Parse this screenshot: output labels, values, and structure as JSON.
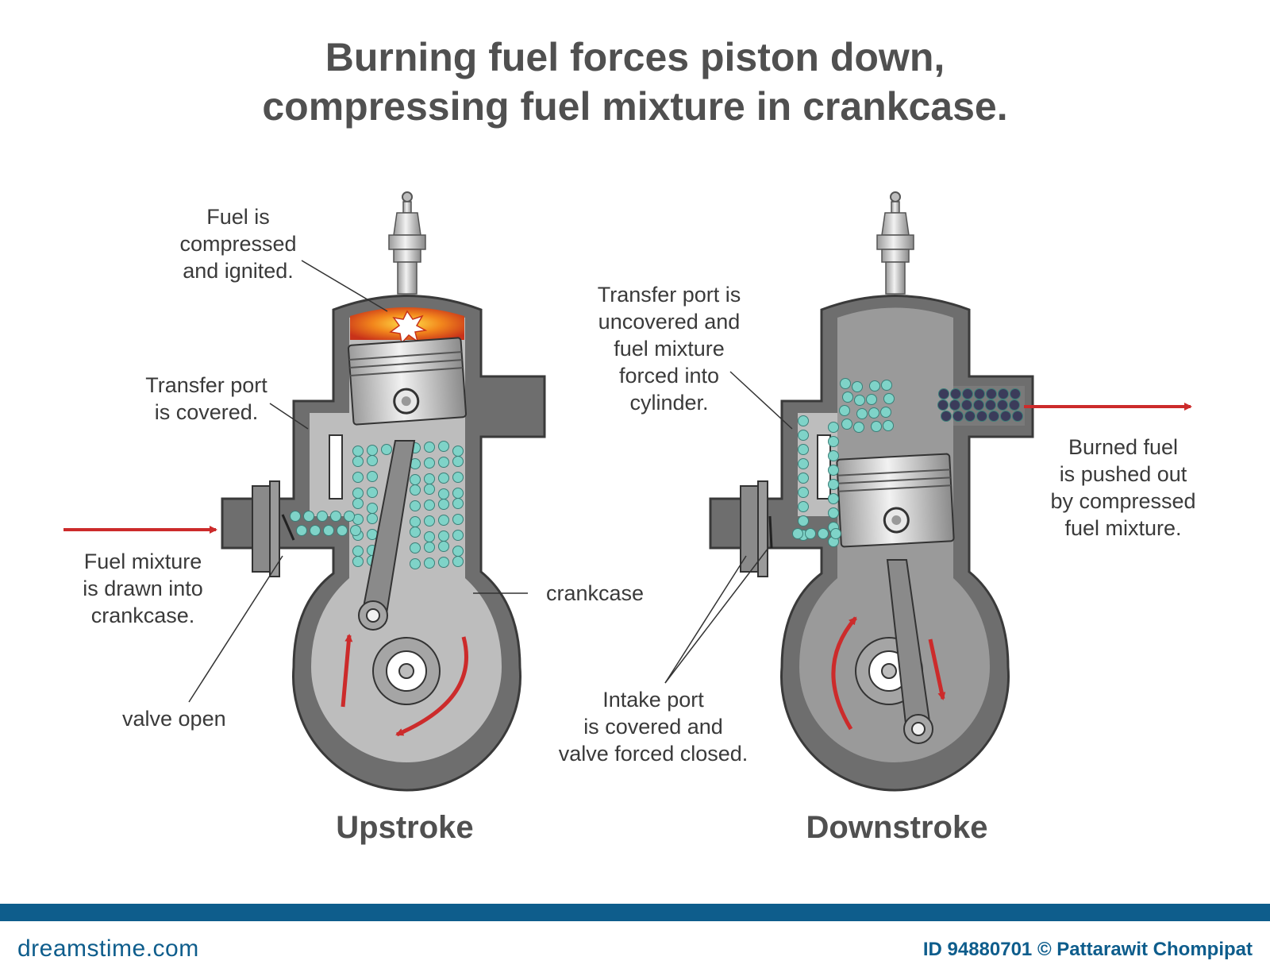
{
  "title": {
    "line1": "Burning fuel forces piston down,",
    "line2": "compressing fuel mixture in crankcase."
  },
  "upstroke": {
    "caption": "Upstroke",
    "labels": {
      "ignition": [
        "Fuel is",
        "compressed",
        "and ignited."
      ],
      "transfer": [
        "Transfer port",
        "is covered."
      ],
      "intake": [
        "Fuel mixture",
        "is drawn into",
        "crankcase."
      ],
      "valve": "valve open",
      "crankcase": "crankcase"
    }
  },
  "downstroke": {
    "caption": "Downstroke",
    "labels": {
      "transfer": [
        "Transfer port is",
        "uncovered and",
        "fuel mixture",
        "forced into",
        "cylinder."
      ],
      "exhaust": [
        "Burned fuel",
        "is pushed out",
        "by compressed",
        "fuel mixture."
      ],
      "intake": [
        "Intake port",
        "is covered and",
        "valve forced closed."
      ]
    }
  },
  "footer": {
    "brand": "dreamstime.com",
    "credit": "ID 94880701 © Pattarawit Chompipat"
  },
  "colors": {
    "casing": "#6e6e6e",
    "interior": "#bdbdbd",
    "fuel_dots": "#7fd3c8",
    "arrow": "#cc2b2b",
    "exhaust_dots": "#3b3b5a",
    "footer": "#0e5d8c"
  }
}
